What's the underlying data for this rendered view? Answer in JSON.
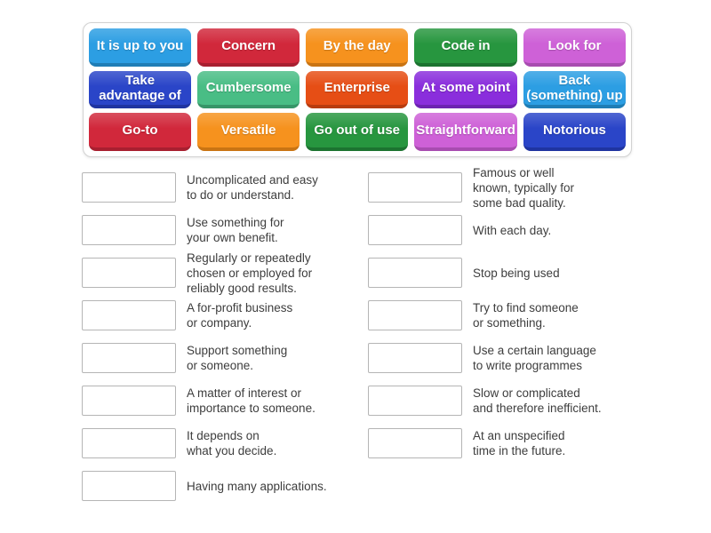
{
  "board": {
    "tiles": [
      {
        "label": "It is up to you",
        "bg": "#2C9EE3",
        "edge": "#1F7DB5"
      },
      {
        "label": "Concern",
        "bg": "#D1283B",
        "edge": "#A81F30"
      },
      {
        "label": "By the day",
        "bg": "#F6921E",
        "edge": "#C97413"
      },
      {
        "label": "Code in",
        "bg": "#27963F",
        "edge": "#1C7330"
      },
      {
        "label": "Look for",
        "bg": "#CE61D7",
        "edge": "#A84CB0"
      },
      {
        "label": "Take\nadvantage of",
        "bg": "#2A45C8",
        "edge": "#1F34A0"
      },
      {
        "label": "Cumbersome",
        "bg": "#49BD85",
        "edge": "#379568"
      },
      {
        "label": "Enterprise",
        "bg": "#E64E15",
        "edge": "#B83C0F"
      },
      {
        "label": "At some point",
        "bg": "#8A2EDC",
        "edge": "#6D23B1"
      },
      {
        "label": "Back\n(something) up",
        "bg": "#2C9EE3",
        "edge": "#1F7DB5"
      },
      {
        "label": "Go-to",
        "bg": "#D1283B",
        "edge": "#A81F30"
      },
      {
        "label": "Versatile",
        "bg": "#F6921E",
        "edge": "#C97413"
      },
      {
        "label": "Go out of use",
        "bg": "#27963F",
        "edge": "#1C7330"
      },
      {
        "label": "Straightforward",
        "bg": "#CE61D7",
        "edge": "#A84CB0"
      },
      {
        "label": "Notorious",
        "bg": "#2A45C8",
        "edge": "#1F34A0"
      }
    ]
  },
  "matches": {
    "left": [
      {
        "definition": "Uncomplicated and easy\nto do or understand."
      },
      {
        "definition": "Use something for\nyour own benefit."
      },
      {
        "definition": "Regularly or repeatedly\nchosen or employed for\nreliably good results."
      },
      {
        "definition": "A for-profit business\nor company."
      },
      {
        "definition": "Support something\nor someone."
      },
      {
        "definition": "A matter of interest or\nimportance to someone."
      },
      {
        "definition": "It depends on\nwhat you decide."
      },
      {
        "definition": "Having many applications."
      }
    ],
    "right": [
      {
        "definition": "Famous or well\nknown, typically for\nsome bad quality."
      },
      {
        "definition": "With each day."
      },
      {
        "definition": "Stop being used"
      },
      {
        "definition": "Try to find someone\nor something."
      },
      {
        "definition": "Use a certain language\nto write programmes"
      },
      {
        "definition": "Slow or complicated\nand therefore inefficient."
      },
      {
        "definition": "At an unspecified\ntime in the future."
      }
    ]
  }
}
